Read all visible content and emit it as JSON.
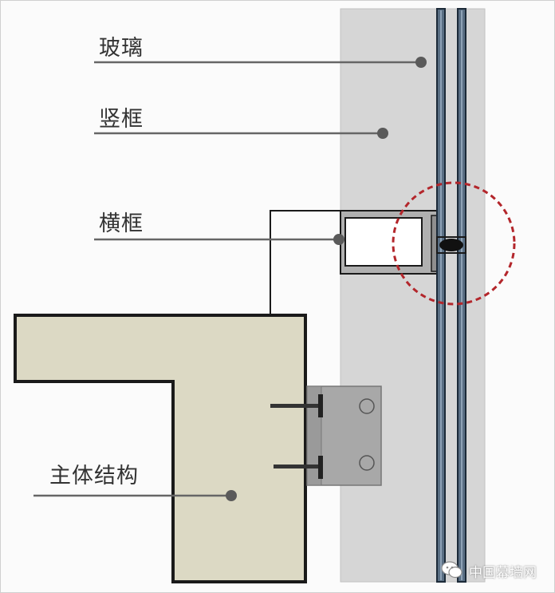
{
  "labels": {
    "glass": "玻璃",
    "mullion": "竖框",
    "transom": "横框",
    "main_structure": "主体结构"
  },
  "watermark": {
    "text": "中国幕墙网",
    "icon": "wechat-icon"
  },
  "colors": {
    "wall_panel": "#d6d6d6",
    "structure_fill": "#dcd9c4",
    "glass_edge": "#34495e",
    "bracket": "#a8a8a8",
    "highlight_circle": "#b3262b",
    "leader_line": "#666666"
  }
}
